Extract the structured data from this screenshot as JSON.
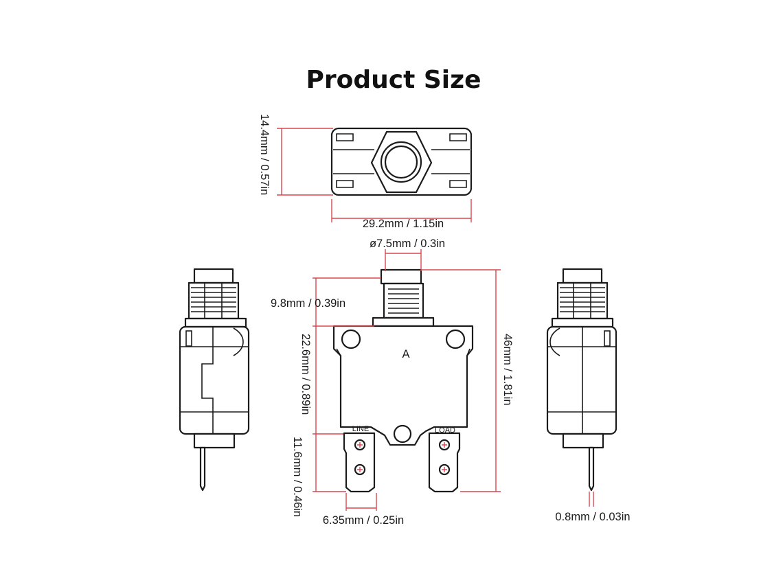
{
  "title": "Product Size",
  "front_label": "A",
  "terminals": {
    "left": "LINE",
    "right": "LOAD"
  },
  "dimensions": {
    "top_height": "14.4mm / 0.57in",
    "top_width": "29.2mm / 1.15in",
    "button_diameter": "ø7.5mm / 0.3in",
    "button_height": "9.8mm / 0.39in",
    "body_height": "22.6mm / 0.89in",
    "terminal_height": "11.6mm / 0.46in",
    "total_height": "46mm / 1.81in",
    "terminal_width": "6.35mm / 0.25in",
    "terminal_thickness": "0.8mm / 0.03in"
  },
  "colors": {
    "dimension_line": "#d8474f",
    "outline": "#1b1b1b",
    "terminal_mark": "#d8474f"
  }
}
